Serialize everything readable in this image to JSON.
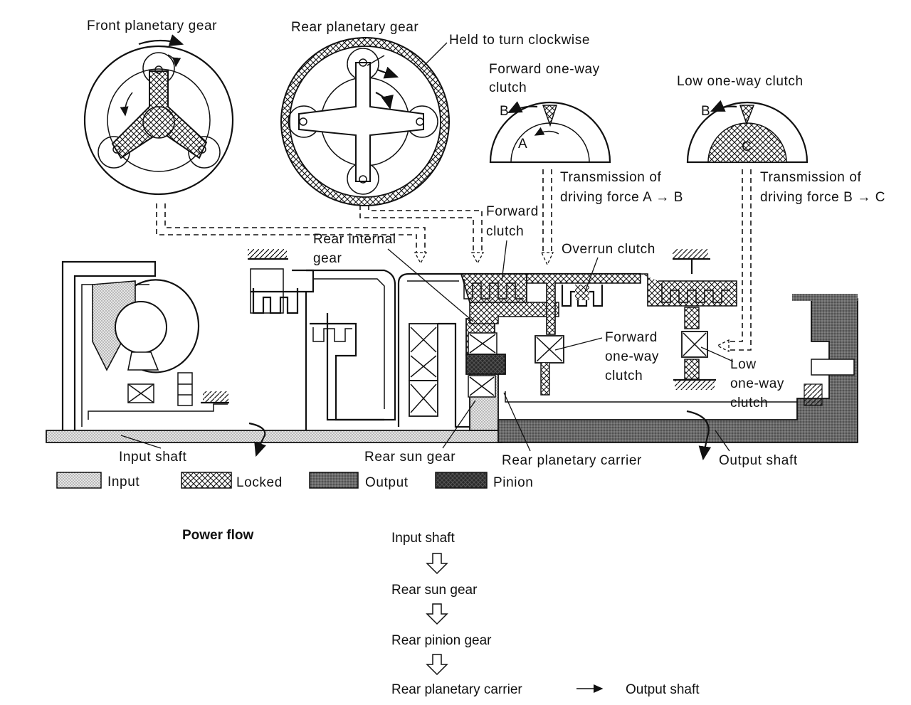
{
  "gears": {
    "front_title": "Front planetary gear",
    "rear_title": "Rear planetary gear",
    "held_note": "Held to turn clockwise"
  },
  "clutches": {
    "forward_title": "Forward one-way\nclutch",
    "low_title": "Low one-way clutch",
    "letter_a": "A",
    "letter_b": "B",
    "letter_c": "C",
    "trans_ab_1": "Transmission of",
    "trans_ab_2": "driving force A → B",
    "trans_bc_1": "Transmission of",
    "trans_bc_2": "driving force B → C"
  },
  "labels": {
    "forward_clutch": "Forward\nclutch",
    "rear_internal_gear": "Rear internal\ngear",
    "overrun_clutch": "Overrun clutch",
    "forward_oneway": "Forward\none-way\nclutch",
    "low_oneway": "Low\none-way\nclutch",
    "input_shaft": "Input shaft",
    "rear_sun_gear": "Rear sun gear",
    "rear_planetary_carrier": "Rear planetary carrier",
    "output_shaft": "Output shaft"
  },
  "legend": [
    {
      "label": "Input",
      "pattern": "input"
    },
    {
      "label": "Locked",
      "pattern": "locked"
    },
    {
      "label": "Output",
      "pattern": "output"
    },
    {
      "label": "Pinion",
      "pattern": "pinion"
    }
  ],
  "power_flow": {
    "title": "Power flow",
    "steps": [
      "Input shaft",
      "Rear sun gear",
      "Rear pinion gear",
      "Rear planetary carrier"
    ],
    "final": "Output shaft"
  },
  "colors": {
    "ink": "#111111",
    "input_fill": "#d8d8d8",
    "output_fill": "#5a5a5a",
    "pinion_fill": "#262626"
  }
}
